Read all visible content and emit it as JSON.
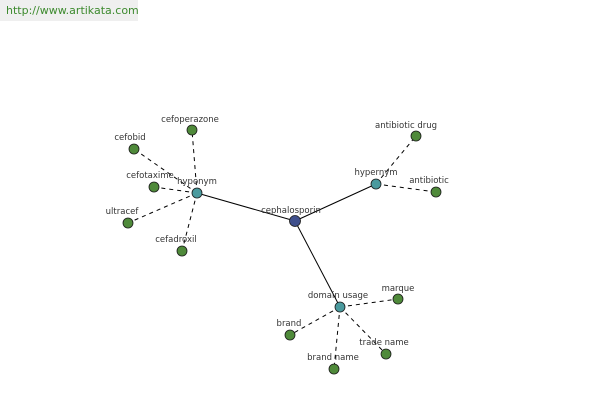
{
  "header": {
    "url": "http://www.artikata.com"
  },
  "colors": {
    "center": "#3f4f8c",
    "relation": "#4a9a9e",
    "leaf": "#4f8a3a",
    "edge": "#000000"
  },
  "graph": {
    "nodes": [
      {
        "id": "cephalosporin",
        "label": "cephalosporin",
        "kind": "center"
      },
      {
        "id": "hyponym",
        "label": "hyponym",
        "kind": "relation"
      },
      {
        "id": "hypernym",
        "label": "hypernym",
        "kind": "relation"
      },
      {
        "id": "domain",
        "label": "domain usage",
        "kind": "relation"
      },
      {
        "id": "cefoperazone",
        "label": "cefoperazone",
        "kind": "leaf"
      },
      {
        "id": "cefobid",
        "label": "cefobid",
        "kind": "leaf"
      },
      {
        "id": "cefotaxime",
        "label": "cefotaxime",
        "kind": "leaf"
      },
      {
        "id": "ultracef",
        "label": "ultracef",
        "kind": "leaf"
      },
      {
        "id": "cefadroxil",
        "label": "cefadroxil",
        "kind": "leaf"
      },
      {
        "id": "antibiotic-drug",
        "label": "antibiotic drug",
        "kind": "leaf"
      },
      {
        "id": "antibiotic",
        "label": "antibiotic",
        "kind": "leaf"
      },
      {
        "id": "marque",
        "label": "marque",
        "kind": "leaf"
      },
      {
        "id": "brand",
        "label": "brand",
        "kind": "leaf"
      },
      {
        "id": "brand-name",
        "label": "brand name",
        "kind": "leaf"
      },
      {
        "id": "trade-name",
        "label": "trade name",
        "kind": "leaf"
      }
    ],
    "edges": [
      {
        "from": "cephalosporin",
        "to": "hyponym",
        "style": "solid"
      },
      {
        "from": "cephalosporin",
        "to": "hypernym",
        "style": "solid"
      },
      {
        "from": "cephalosporin",
        "to": "domain",
        "style": "solid"
      },
      {
        "from": "hyponym",
        "to": "cefoperazone",
        "style": "dashed"
      },
      {
        "from": "hyponym",
        "to": "cefobid",
        "style": "dashed"
      },
      {
        "from": "hyponym",
        "to": "cefotaxime",
        "style": "dashed"
      },
      {
        "from": "hyponym",
        "to": "ultracef",
        "style": "dashed"
      },
      {
        "from": "hyponym",
        "to": "cefadroxil",
        "style": "dashed"
      },
      {
        "from": "hypernym",
        "to": "antibiotic-drug",
        "style": "dashed"
      },
      {
        "from": "hypernym",
        "to": "antibiotic",
        "style": "dashed"
      },
      {
        "from": "domain",
        "to": "marque",
        "style": "dashed"
      },
      {
        "from": "domain",
        "to": "brand",
        "style": "dashed"
      },
      {
        "from": "domain",
        "to": "brand-name",
        "style": "dashed"
      },
      {
        "from": "domain",
        "to": "trade-name",
        "style": "dashed"
      }
    ]
  }
}
